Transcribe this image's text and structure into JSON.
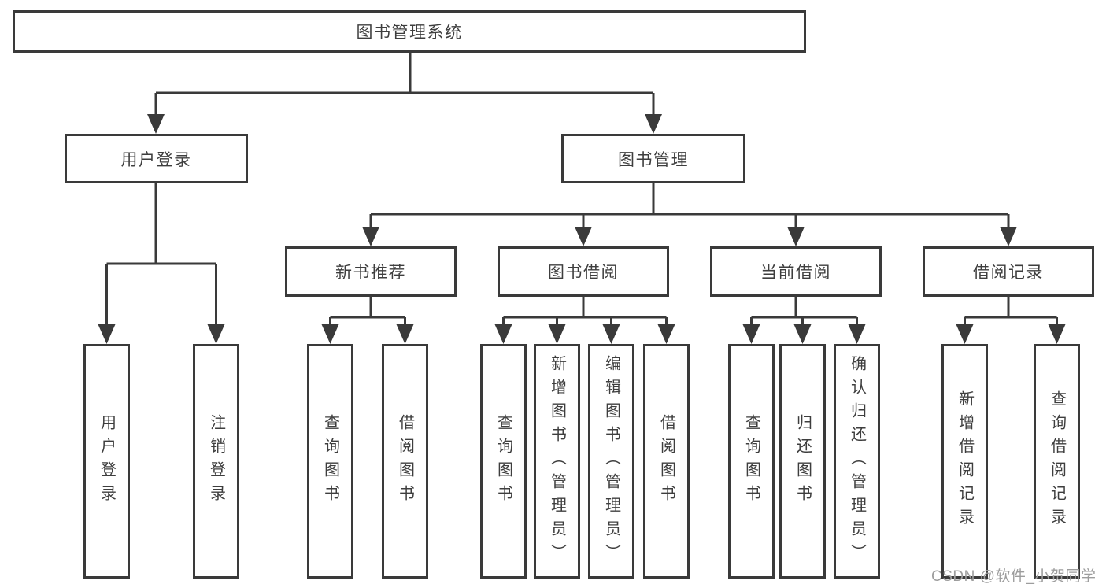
{
  "diagram": {
    "type": "hierarchy-tree",
    "colors": {
      "background": "#ffffff",
      "box_border": "#3a3a3a",
      "line": "#3a3a3a",
      "text": "#3e3e3e",
      "watermark": "#9d9d9d"
    },
    "tree": {
      "label": "图书管理系统",
      "children": [
        {
          "label": "用户登录",
          "children": [
            {
              "label": "用户登录"
            },
            {
              "label": "注销登录"
            }
          ]
        },
        {
          "label": "图书管理",
          "children": [
            {
              "label": "新书推荐",
              "children": [
                {
                  "label": "查询图书"
                },
                {
                  "label": "借阅图书"
                }
              ]
            },
            {
              "label": "图书借阅",
              "children": [
                {
                  "label": "查询图书"
                },
                {
                  "label": "新增图书（管理员）"
                },
                {
                  "label": "编辑图书（管理员）"
                },
                {
                  "label": "借阅图书"
                }
              ]
            },
            {
              "label": "当前借阅",
              "children": [
                {
                  "label": "查询图书"
                },
                {
                  "label": "归还图书"
                },
                {
                  "label": "确认归还（管理员）"
                }
              ]
            },
            {
              "label": "借阅记录",
              "children": [
                {
                  "label": "新增借阅记录"
                },
                {
                  "label": "查询借阅记录"
                }
              ]
            }
          ]
        }
      ]
    },
    "watermark": "CSDN @软件_小贺同学"
  }
}
